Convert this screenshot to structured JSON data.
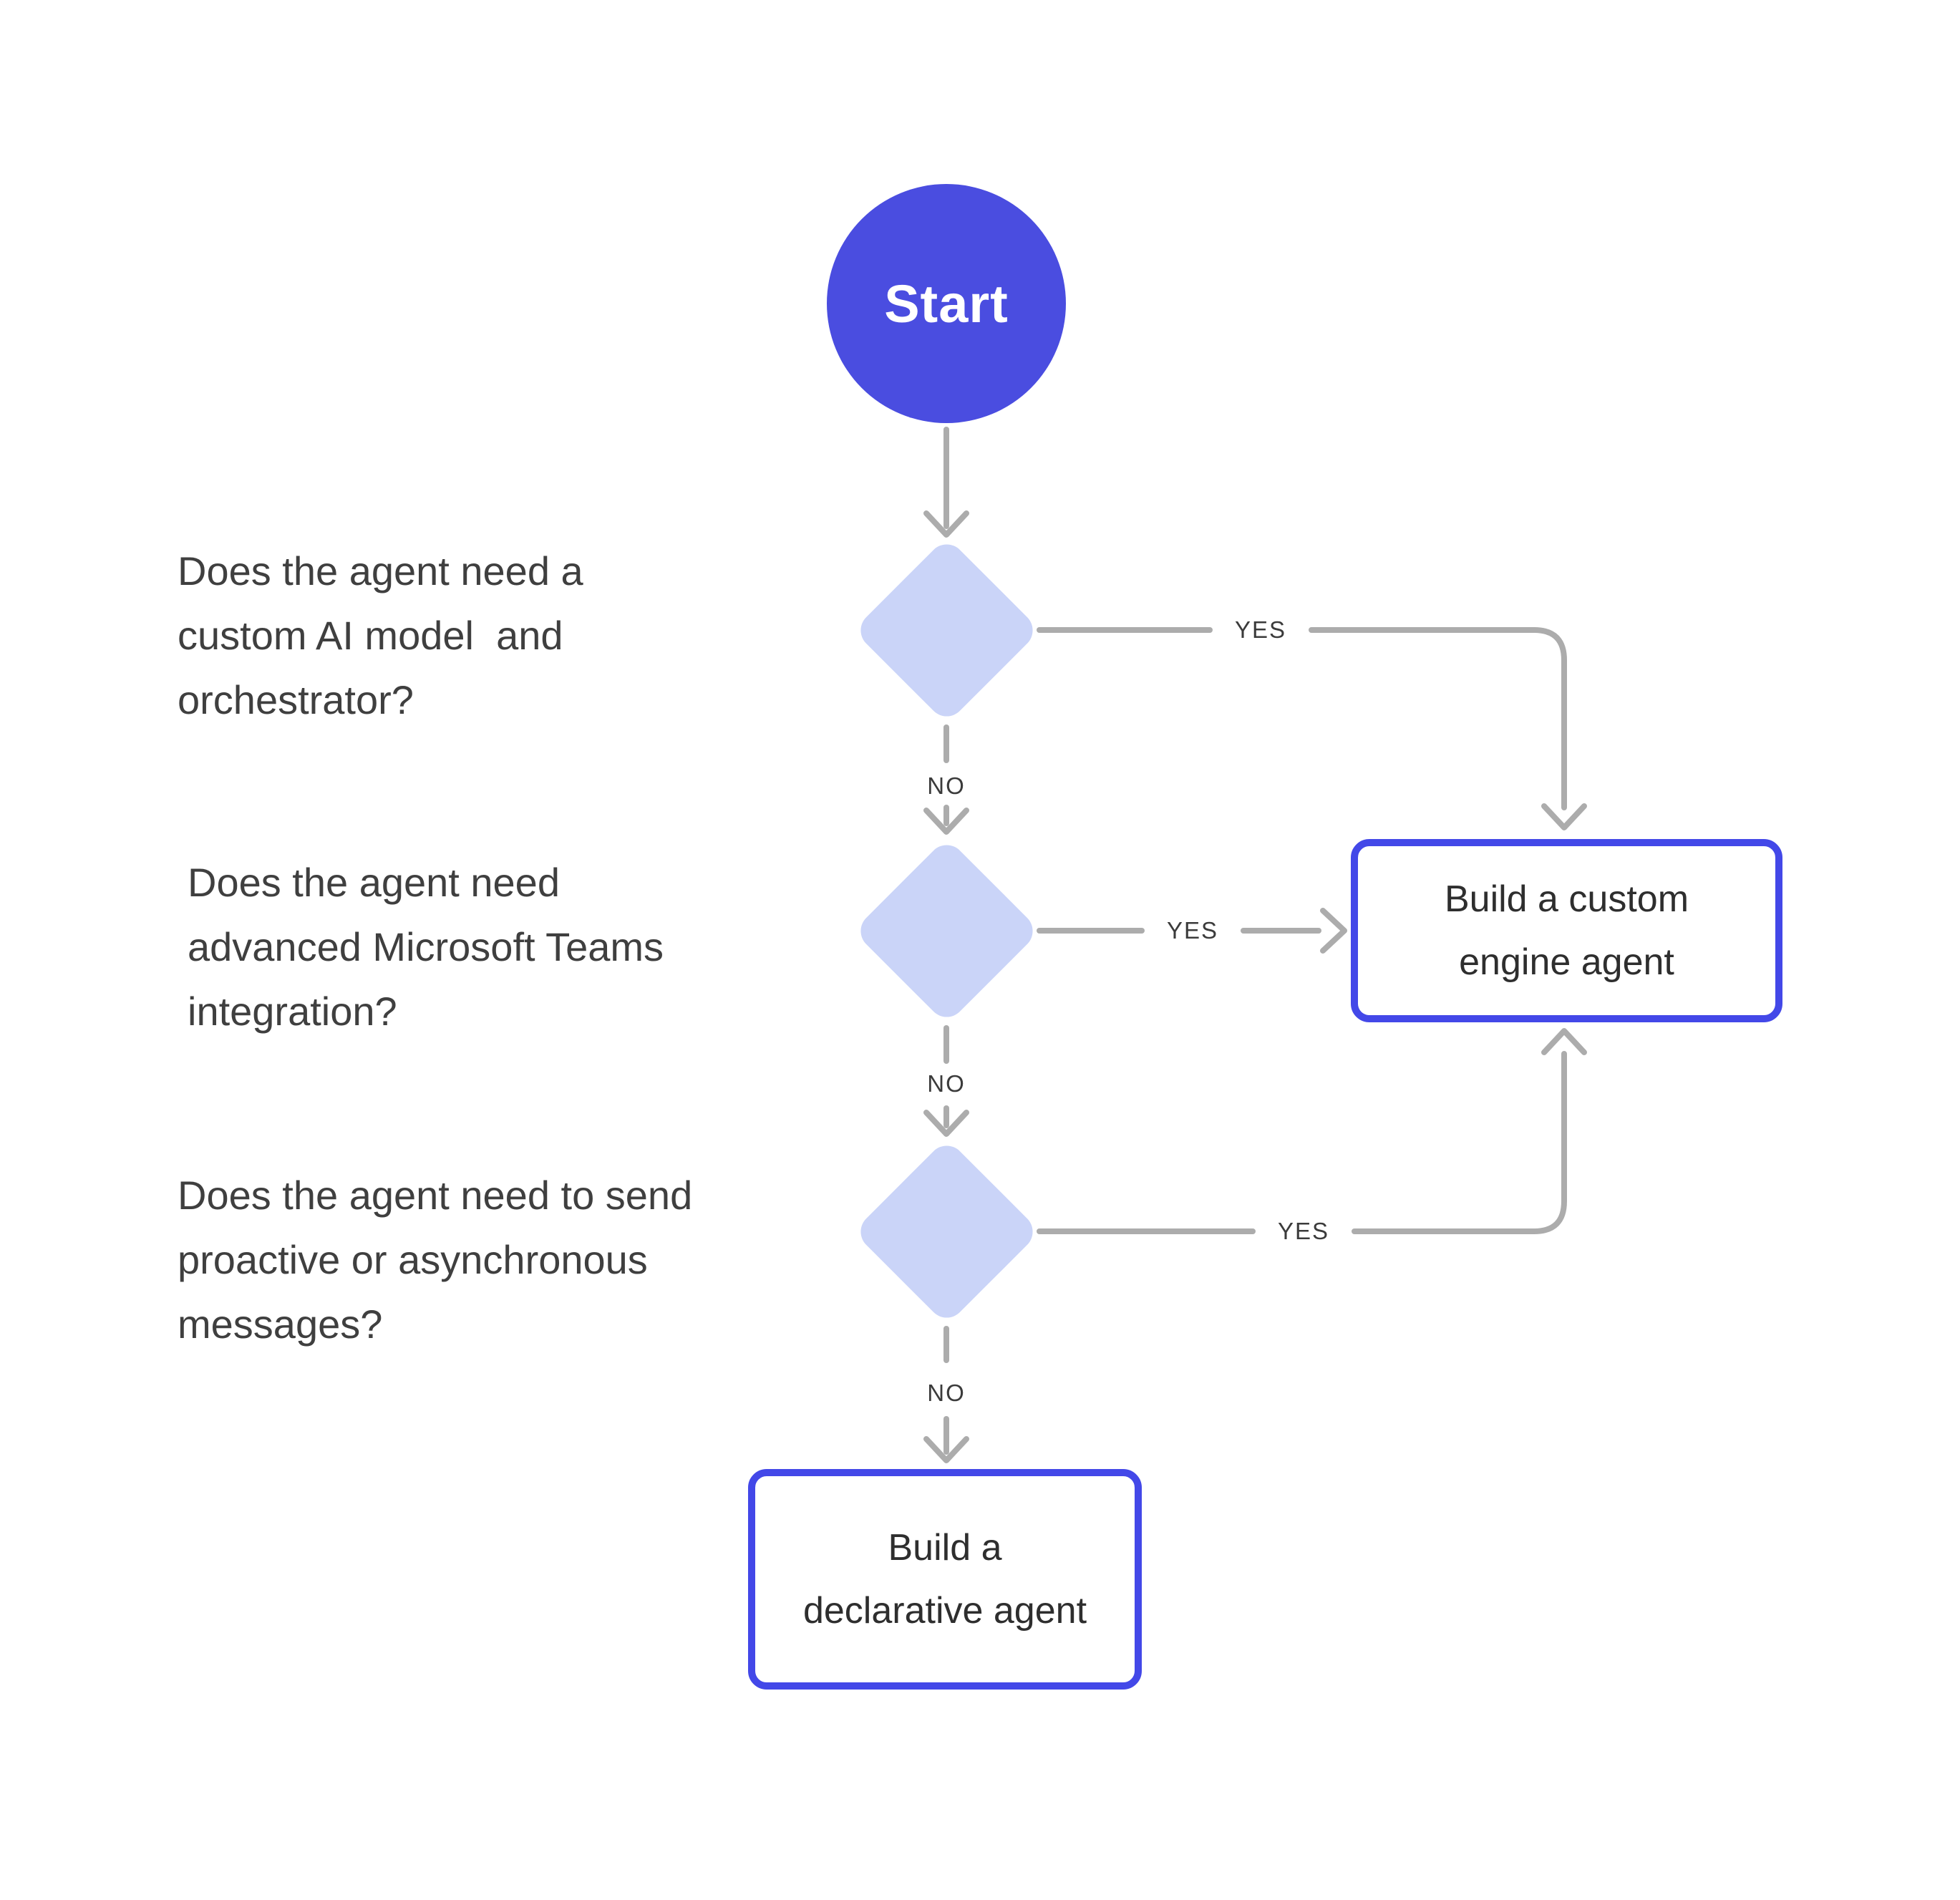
{
  "start": {
    "label": "Start"
  },
  "labels": {
    "yes": "YES",
    "no": "NO"
  },
  "questions": [
    {
      "lines": [
        "Does the agent need a",
        "custom AI model  and",
        "orchestrator?"
      ]
    },
    {
      "lines": [
        "Does the agent need",
        "advanced Microsoft Teams",
        "integration?"
      ]
    },
    {
      "lines": [
        "Does the agent need to send",
        "proactive or asynchronous",
        "messages?"
      ]
    }
  ],
  "outcomes": [
    {
      "lines": [
        "Build a custom",
        "engine agent"
      ]
    },
    {
      "lines": [
        "Build a",
        "declarative agent"
      ]
    }
  ],
  "colors": {
    "accent-fill": "#4A4DE0",
    "accent-border": "#4348E8",
    "diamond-fill": "#CAD4F8",
    "connector": "#ACACAC",
    "text-primary": "#3F3F3F",
    "text-box": "#2E2E2E",
    "text-edge-label": "#3B3B3B",
    "background": "#FFFFFF"
  }
}
